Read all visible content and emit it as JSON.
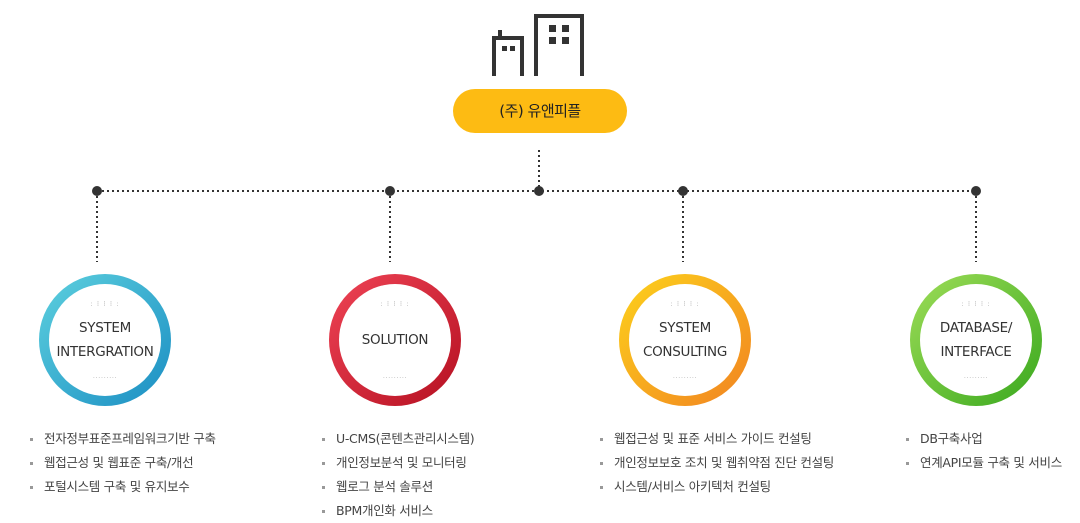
{
  "root": {
    "label": "(주) 유앤피플",
    "icon": "building-icon"
  },
  "colors": {
    "root": "#fdbb13",
    "line": "#333333",
    "system_integration": [
      "#5dd0de",
      "#1b8ec3"
    ],
    "solution": [
      "#ef4456",
      "#b51021"
    ],
    "system_consulting": [
      "#fdd21c",
      "#f18321"
    ],
    "database_interface": [
      "#9edd58",
      "#39a81e"
    ]
  },
  "branches": [
    {
      "key": "system_integration",
      "label": "SYSTEM\nINTERGRATION",
      "items": [
        "전자정부표준프레임워크기반 구축",
        "웹접근성 및 웹표준 구축/개선",
        "포털시스템 구축 및 유지보수"
      ]
    },
    {
      "key": "solution",
      "label": "SOLUTION",
      "items": [
        "U-CMS(콘텐츠관리시스템)",
        "개인정보분석 및 모니터링",
        "웹로그 분석 솔루션",
        "BPM개인화 서비스"
      ]
    },
    {
      "key": "system_consulting",
      "label": "SYSTEM\nCONSULTING",
      "items": [
        "웹접근성 및 표준 서비스 가이드 컨설팅",
        "개인정보보호 조치 및 웹취약점 진단 컨설팅",
        "시스템/서비스 아키텍처 컨설팅"
      ]
    },
    {
      "key": "database_interface",
      "label": "DATABASE/\nINTERFACE",
      "items": [
        "DB구축사업",
        "연계API모듈 구축 및 서비스"
      ]
    }
  ]
}
